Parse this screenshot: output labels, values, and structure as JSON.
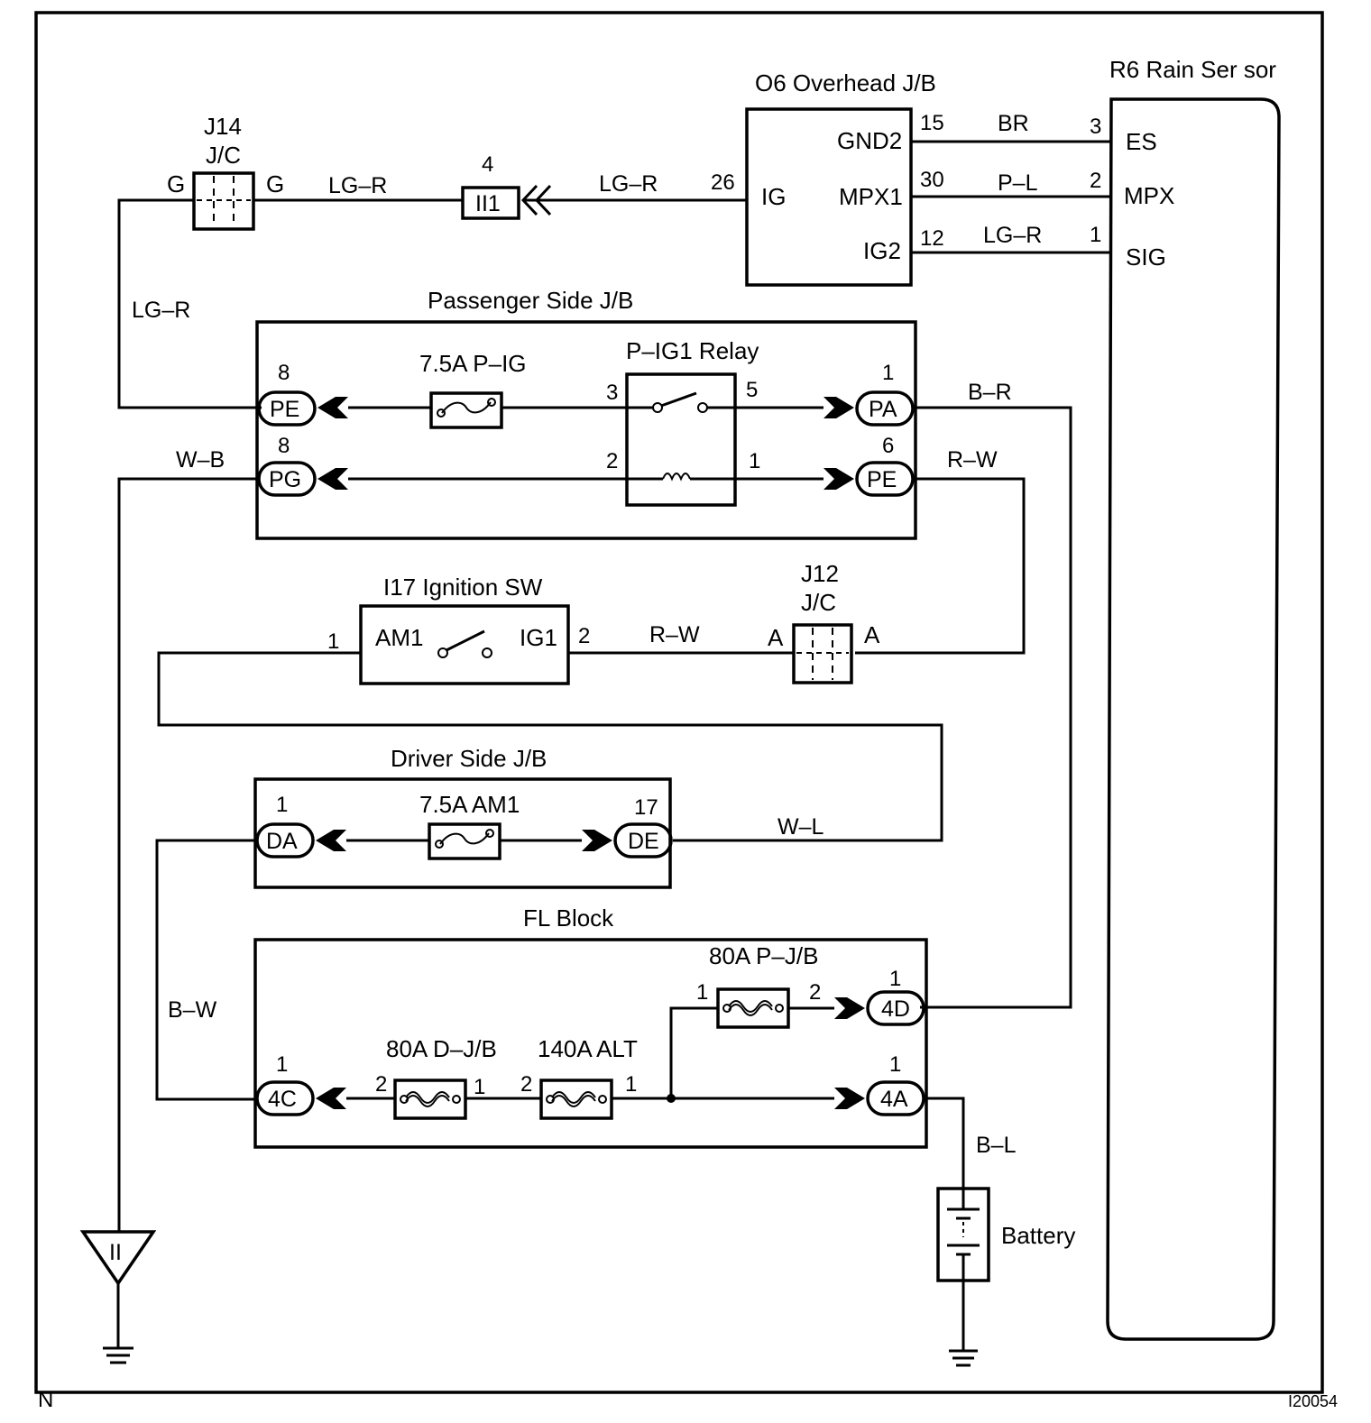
{
  "components": {
    "overhead_jb": {
      "label": "O6 Overhead J/B",
      "pins": {
        "gnd2": "GND2",
        "mpx1": "MPX1",
        "ig2": "IG2",
        "ig": "IG"
      },
      "pin_numbers": {
        "gnd2": "15",
        "mpx1": "30",
        "ig2": "12",
        "ig": "26"
      }
    },
    "rain_sensor": {
      "label": "R6 Rain Ser sor",
      "pins": {
        "es": "ES",
        "mpx": "MPX",
        "sig": "SIG"
      },
      "pin_numbers": {
        "es": "3",
        "mpx": "2",
        "sig": "1"
      }
    },
    "j14": {
      "label1": "J14",
      "label2": "J/C",
      "left": "G",
      "right": "G"
    },
    "ii1_connector": {
      "label": "II1",
      "pin": "4"
    },
    "passenger_jb": {
      "label": "Passenger Side J/B",
      "fuse": "7.5A P–IG",
      "relay": "P–IG1 Relay",
      "connectors": {
        "pe_left": "PE",
        "pg": "PG",
        "pa": "PA",
        "pe_right": "PE"
      },
      "pins": {
        "pe_left": "8",
        "pg": "8",
        "pa": "1",
        "pe_right": "6",
        "relay3": "3",
        "relay5": "5",
        "relay2": "2",
        "relay1": "1"
      }
    },
    "ignition_sw": {
      "label": "I17 Ignition SW",
      "am1": "AM1",
      "ig1": "IG1",
      "pin_left": "1",
      "pin_right": "2"
    },
    "j12": {
      "label1": "J12",
      "label2": "J/C",
      "left": "A",
      "right": "A"
    },
    "driver_jb": {
      "label": "Driver Side J/B",
      "fuse": "7.5A AM1",
      "connectors": {
        "da": "DA",
        "de": "DE"
      },
      "pins": {
        "da": "1",
        "de": "17"
      }
    },
    "fl_block": {
      "label": "FL Block",
      "fuse_pjb": "80A P–J/B",
      "fuse_djb": "80A D–J/B",
      "fuse_alt": "140A ALT",
      "connectors": {
        "c4d": "4D",
        "c4c": "4C",
        "c4a": "4A"
      },
      "pins": {
        "c4d": "1",
        "c4c": "1",
        "c4a": "1",
        "pjb_in": "1",
        "pjb_out": "2",
        "djb_l": "2",
        "djb_r": "1",
        "alt_l": "2",
        "alt_r": "1"
      }
    },
    "battery": {
      "label": "Battery"
    },
    "ground_ii": {
      "label": "II"
    }
  },
  "wires": {
    "br": "BR",
    "pl": "P–L",
    "lgr_top": "LG–R",
    "lgr_mid": "LG–R",
    "lgr_left": "LG–R",
    "lgr_j14": "LG–R",
    "br_pa": "B–R",
    "wb": "W–B",
    "rw_pe": "R–W",
    "rw_sw": "R–W",
    "wl": "W–L",
    "bw": "B–W",
    "bl": "B–L"
  },
  "footer": {
    "left": "N",
    "right": "I20054"
  }
}
